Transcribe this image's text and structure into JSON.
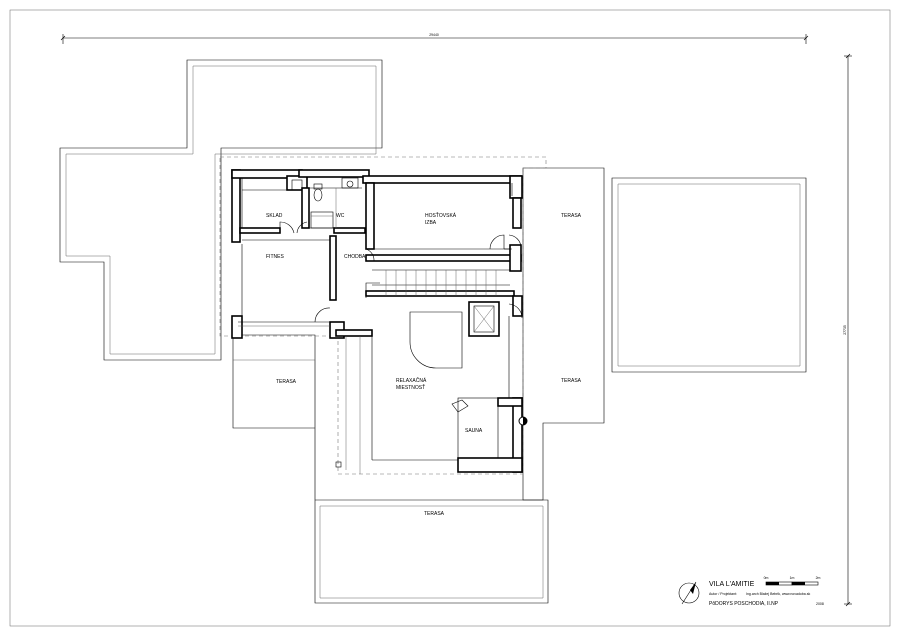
{
  "dimensions": {
    "overall_width": "29440",
    "overall_height": "27735"
  },
  "rooms": {
    "sklad": "SKLAD",
    "wc": "WC",
    "hostovska": "HOSŤOVSKÁ",
    "izba": "IZBA",
    "fitnes": "FITNES",
    "chodba": "CHODBA",
    "relaxacna": "RELAXAČNÁ",
    "miestnost": "MIESTNOSŤ",
    "sauna": "SAUNA",
    "terasa_left": "TERASA",
    "terasa_right_top": "TERASA",
    "terasa_right_mid": "TERASA",
    "terasa_bottom": "TERASA"
  },
  "title_block": {
    "project": "VILA L'AMITIE",
    "author_label": "Autor / Projektant:",
    "author_name": "Ing.arch Blažej Bebrik, www.novadoba.sk",
    "sheet_title": "PôDORYS POSCHODIA, II.NP",
    "year": "2008",
    "scale_0": "0m",
    "scale_1": "1m",
    "scale_2": "2m"
  },
  "colors": {
    "line": "#000000",
    "background": "#ffffff"
  }
}
